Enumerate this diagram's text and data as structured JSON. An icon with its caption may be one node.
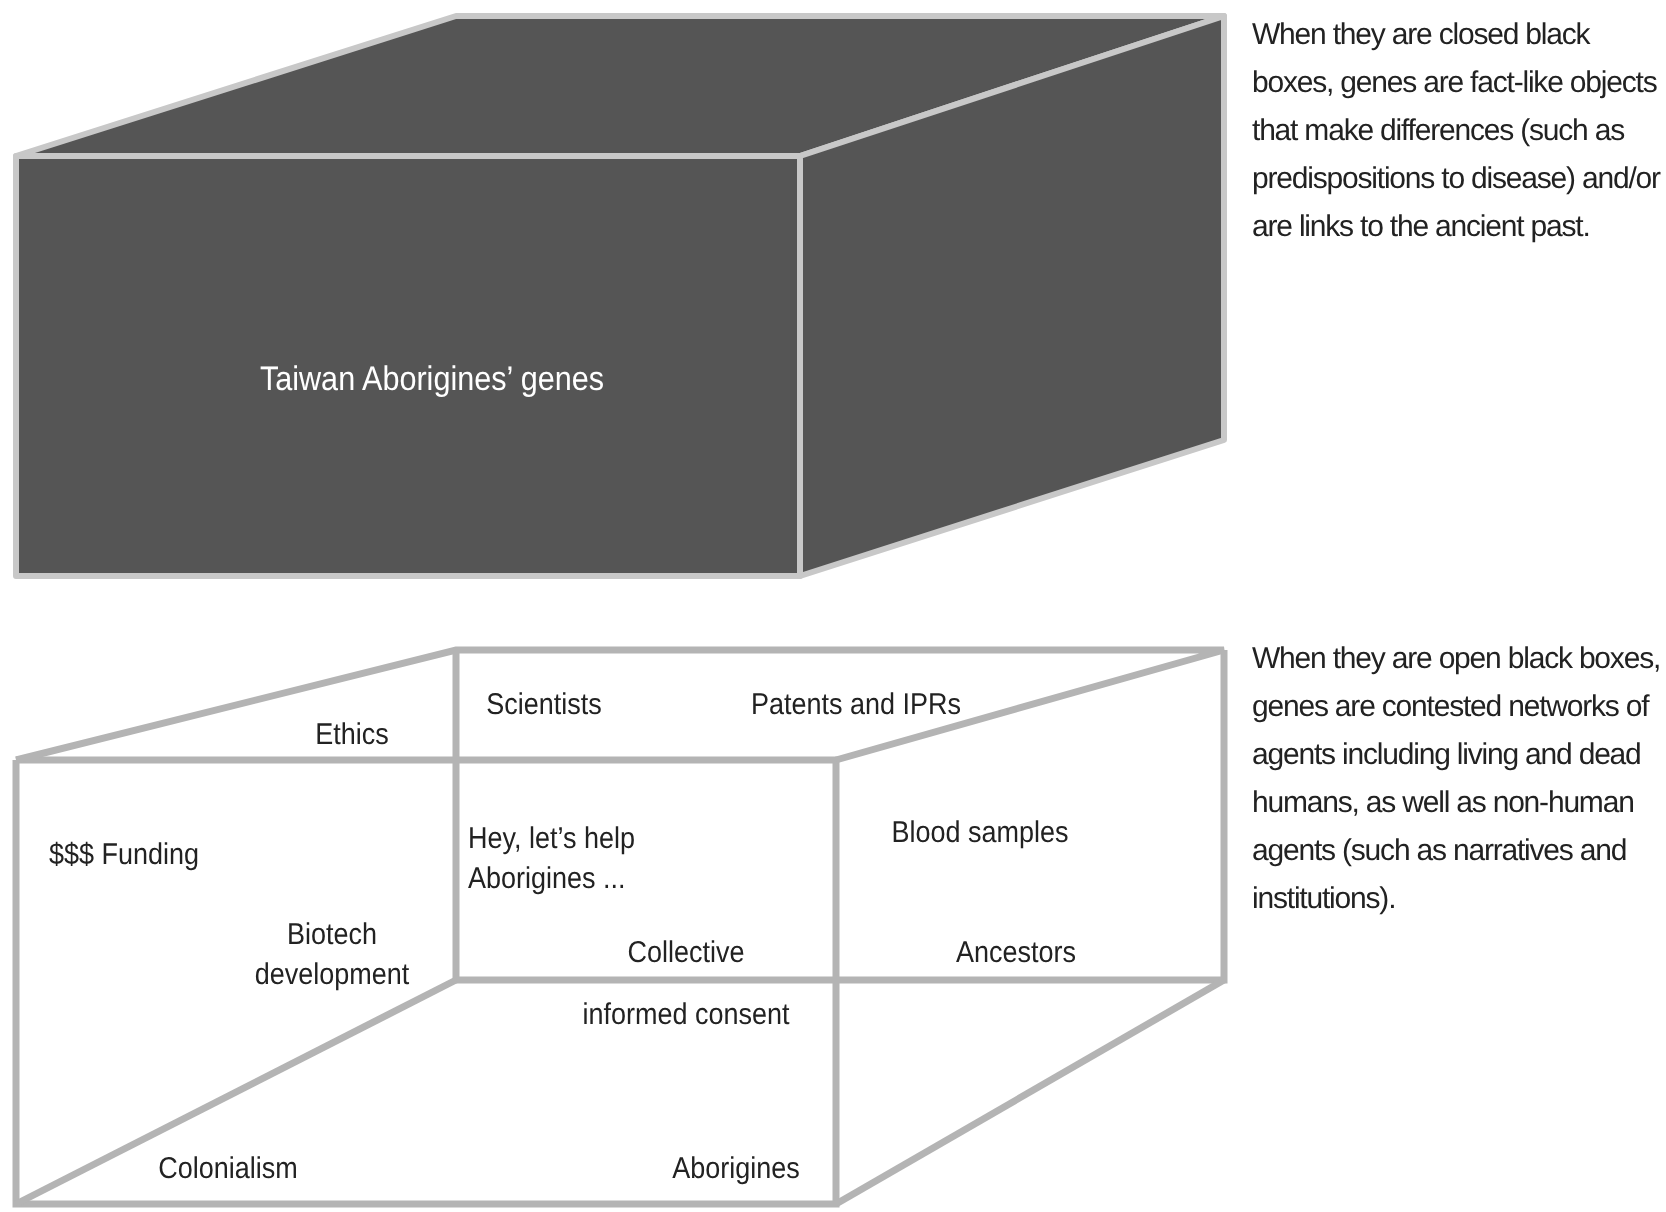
{
  "diagram": {
    "nodes": [
      {
        "text": [
          "Taiwan Aborigines’ genes"
        ]
      },
      {
        "text": [
          "Ethics",
          "Scientists",
          "Patents and IPRs",
          "$$$ Funding",
          "Hey, let’s help Aborigines ...",
          "Blood samples",
          "Biotech development",
          "Collective",
          "Ancestors",
          "informed consent",
          "Colonialism",
          "Aborigines"
        ]
      }
    ],
    "labels": [
      "When they are closed black boxes, genes are fact-like objects that make differences (such as predispositions to disease) and/or are links to the ancient past.",
      "When they are open black boxes, genes are contested networks of agents including living and dead humans, as well as non-human agents (such as narratives and institutions)."
    ]
  }
}
